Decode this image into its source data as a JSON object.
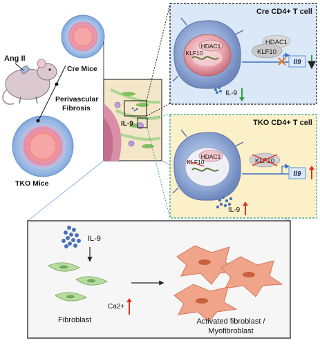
{
  "labels": {
    "ang_ii": "Ang II",
    "cre_mice": "Cre Mice",
    "perivascular_line1": "Perivascular",
    "perivascular_line2": "Fibrosis",
    "tko_mice": "TKO Mice",
    "il9_tissue": "IL-9"
  },
  "cre_panel": {
    "title": "Cre CD4+ T cell",
    "hdac1_nucleus": "HDAC1",
    "klf10_nucleus": "KLF10",
    "hdac1_complex": "HDAC1",
    "klf10_complex": "KLF10",
    "gene": "Il9",
    "il9": "IL-9"
  },
  "tko_panel": {
    "title": "TKO CD4+ T cell",
    "hdac1_nucleus": "HDAC1",
    "klf10_nucleus": "KLF10",
    "klf10_complex": "KLF10",
    "gene": "Il9",
    "il9": "IL-9"
  },
  "bottom_panel": {
    "il9": "IL-9",
    "calcium": "Ca2+",
    "fibroblast": "Fibroblast",
    "activated_line1": "Activated fibroblast /",
    "activated_line2": "Myofibroblast"
  },
  "colors": {
    "cre_panel_bg": "#dbe8f7",
    "tko_panel_bg": "#fbf0c8",
    "arrow_up": "#e0301e",
    "arrow_down": "#2e9e3a",
    "gene_box": "#5b8fd6"
  }
}
